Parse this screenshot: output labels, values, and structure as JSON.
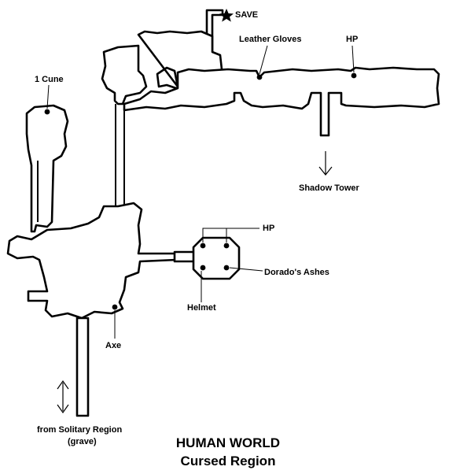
{
  "map": {
    "labels": {
      "save": "SAVE",
      "leather_gloves": "Leather Gloves",
      "hp_top": "HP",
      "one_cune": "1 Cune",
      "shadow_tower": "Shadow Tower",
      "hp_room": "HP",
      "dorados_ashes": "Dorado's Ashes",
      "helmet": "Helmet",
      "axe": "Axe",
      "from_line1": "from Solitary Region",
      "from_line2": "(grave)"
    },
    "title": {
      "line1": "HUMAN WORLD",
      "line2": "Cursed Region"
    },
    "icons": {
      "save_point": "star-icon",
      "item": "dot-icon",
      "exit_down": "arrow-down-icon",
      "exit_both": "double-arrow-icon"
    },
    "colors": {
      "ink": "#000000",
      "background": "#ffffff"
    }
  }
}
